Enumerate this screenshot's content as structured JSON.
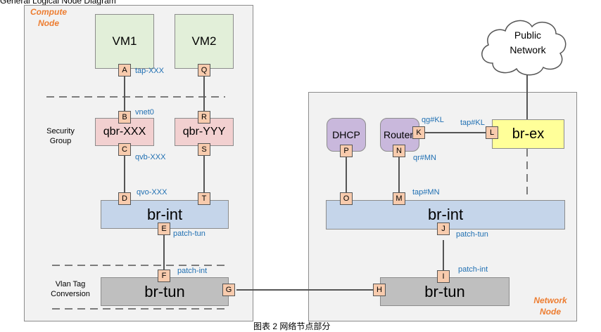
{
  "top_caption": "General Logical Node Diagram",
  "compute_node": {
    "title_line1": "Compute",
    "title_line2": "Node",
    "security_group_line1": "Security",
    "security_group_line2": "Group",
    "vlan_line1": "Vlan Tag",
    "vlan_line2": "Conversion",
    "vm1": "VM1",
    "vm2": "VM2",
    "qbr1": "qbr-XXX",
    "qbr2": "qbr-YYY",
    "br_int": "br-int",
    "br_tun": "br-tun"
  },
  "network_node": {
    "title_line1": "Network",
    "title_line2": "Node",
    "dhcp": "DHCP",
    "router": "Router",
    "br_ex": "br-ex",
    "br_int": "br-int",
    "br_tun": "br-tun"
  },
  "cloud": {
    "line1": "Public",
    "line2": "Network"
  },
  "ports": {
    "A": "A",
    "B": "B",
    "C": "C",
    "D": "D",
    "E": "E",
    "F": "F",
    "G": "G",
    "H": "H",
    "I": "I",
    "J": "J",
    "K": "K",
    "L": "L",
    "M": "M",
    "N": "N",
    "O": "O",
    "P": "P",
    "Q": "Q",
    "R": "R",
    "S": "S",
    "T": "T"
  },
  "labels": {
    "tap_xxx": "tap-XXX",
    "vnet0": "vnet0",
    "qvb_xxx": "qvb-XXX",
    "qvo_xxx": "qvo-XXX",
    "patch_tun_compute": "patch-tun",
    "patch_int_compute": "patch-int",
    "qg_kl": "qg#KL",
    "tap_kl": "tap#KL",
    "qr_mn": "qr#MN",
    "tap_mn": "tap#MN",
    "patch_tun_network": "patch-tun",
    "patch_int_network": "patch-int"
  },
  "bottom_caption": "图表 2 网络节点部分"
}
